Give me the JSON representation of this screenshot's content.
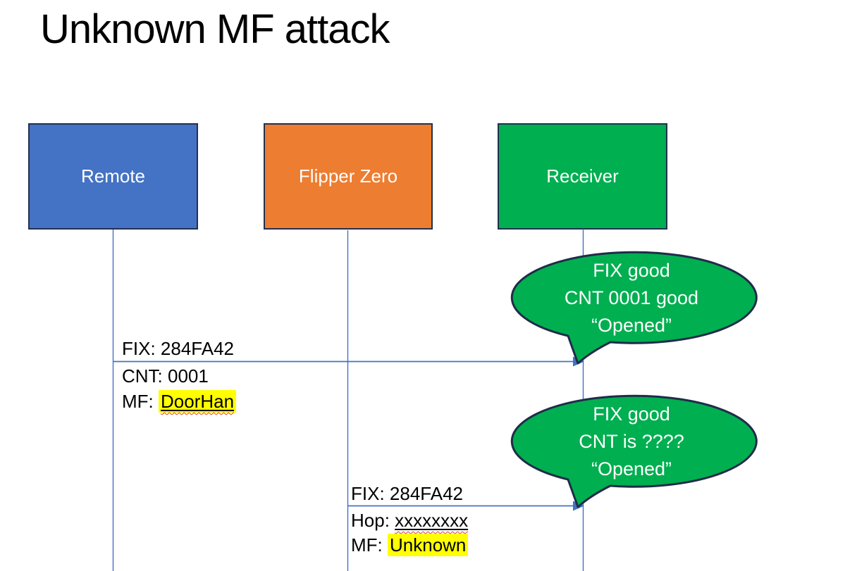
{
  "slide": {
    "title": "Unknown MF attack"
  },
  "actors": [
    {
      "id": "remote",
      "label": "Remote",
      "fill": "#4472C4"
    },
    {
      "id": "flipper",
      "label": "Flipper Zero",
      "fill": "#ED7D31"
    },
    {
      "id": "receiver",
      "label": "Receiver",
      "fill": "#00AF50"
    }
  ],
  "messages": [
    {
      "from": "remote",
      "to": "receiver",
      "above_label": "FIX: 284FA42",
      "below_line1": "CNT: 0001",
      "below_line2_prefix": "MF: ",
      "below_line2_value": "DoorHan",
      "below_line2_style": "yellow-highlight, solid underline, red spellcheck squiggle"
    },
    {
      "from": "flipper",
      "to": "receiver",
      "above_label": "FIX: 284FA42",
      "below_line1_prefix": "Hop: ",
      "below_line1_value": "xxxxxxxx",
      "below_line1_style": "solid underline, red spellcheck squiggle",
      "below_line2_prefix": "MF: ",
      "below_line2_value": "Unknown",
      "below_line2_style": "yellow-highlight"
    }
  ],
  "callouts": [
    {
      "speaker": "receiver",
      "lines": [
        "FIX good",
        "CNT 0001 good",
        "“Opened”"
      ]
    },
    {
      "speaker": "receiver",
      "lines": [
        "FIX good",
        "CNT is ????",
        "“Opened”"
      ]
    }
  ],
  "colors": {
    "remote_fill": "#4472C4",
    "flipper_fill": "#ED7D31",
    "receiver_fill": "#00AF50",
    "shape_border": "#22304E",
    "line_and_arrow_blue": "#4472C4",
    "callout_fill": "#00AF50",
    "callout_border": "#1F2C49",
    "highlight_yellow": "#FFFF00",
    "squiggle_red": "#E23B2E",
    "text_on_shapes": "#FFFFFF",
    "text_black": "#000000"
  }
}
